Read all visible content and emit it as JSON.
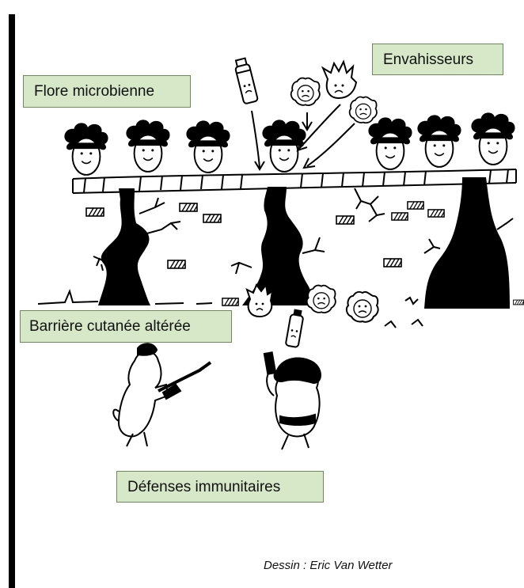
{
  "labels": {
    "microbial_flora": "Flore microbienne",
    "invaders": "Envahisseurs",
    "altered_barrier": "Barrière cutanée altérée",
    "immune_defenses": "Défenses immunitaires"
  },
  "credit": "Dessin : Eric Van Wetter",
  "colors": {
    "label_fill": "#d7e8c9",
    "label_border": "#6e8a5c",
    "ink": "#000000"
  },
  "icons": [
    "smiling-bacteria",
    "angry-microbe",
    "bottle-icon",
    "soldier-icon",
    "gun-icon",
    "skin-crack"
  ]
}
